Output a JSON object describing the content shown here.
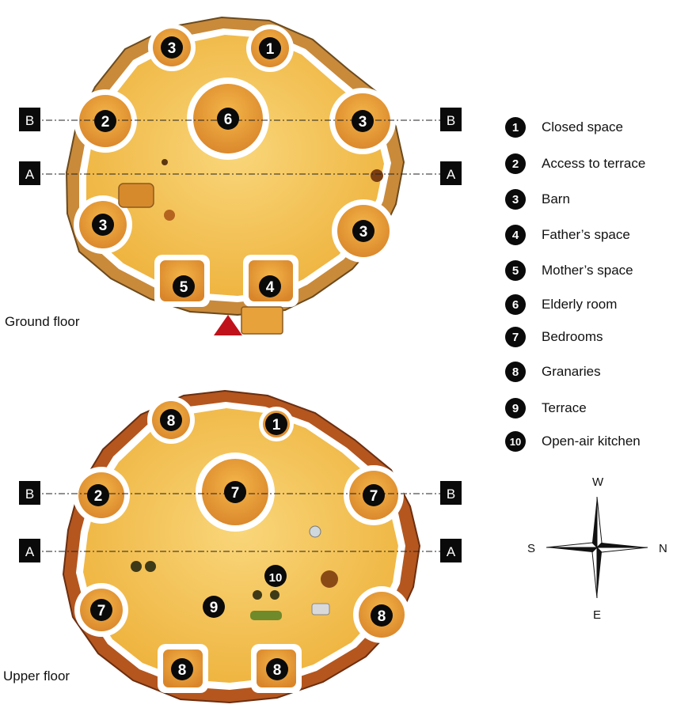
{
  "floors": {
    "ground_label": "Ground floor",
    "upper_label": "Upper floor"
  },
  "section_labels": [
    "A",
    "B"
  ],
  "ground_rooms": [
    "3",
    "1",
    "2",
    "6",
    "3",
    "3",
    "3",
    "5",
    "4"
  ],
  "upper_rooms": [
    "8",
    "1",
    "2",
    "7",
    "7",
    "7",
    "9",
    "10",
    "8",
    "8",
    "8"
  ],
  "legend": [
    {
      "num": "1",
      "label": "Closed space"
    },
    {
      "num": "2",
      "label": "Access to terrace"
    },
    {
      "num": "3",
      "label": "Barn"
    },
    {
      "num": "4",
      "label": "Father’s space"
    },
    {
      "num": "5",
      "label": "Mother’s space"
    },
    {
      "num": "6",
      "label": "Elderly room"
    },
    {
      "num": "7",
      "label": "Bedrooms"
    },
    {
      "num": "8",
      "label": "Granaries"
    },
    {
      "num": "9",
      "label": "Terrace"
    },
    {
      "num": "10",
      "label": "Open-air kitchen"
    }
  ],
  "compass": {
    "top": "W",
    "left": "S",
    "right": "N",
    "bottom": "E"
  },
  "colors": {
    "floor": "#f2bd44",
    "floor_light": "#f8d36a",
    "wall": "#ffffff",
    "wall_shadow": "#8a5a20",
    "outer_wall": "#b4561e",
    "room_fill": "#e79a33",
    "marker": "#0a0a0a",
    "entrance": "#c0121a"
  }
}
